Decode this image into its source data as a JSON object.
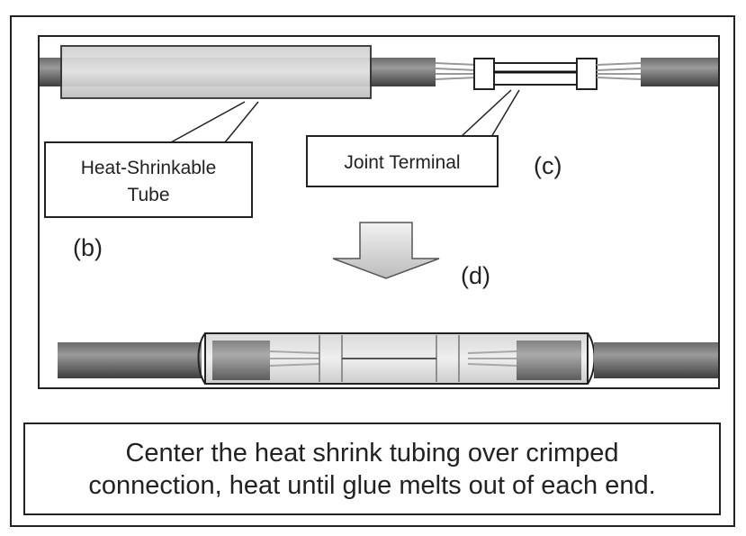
{
  "labels": {
    "tube_label_line1": "Heat-Shrinkable",
    "tube_label_line2": "Tube",
    "terminal_label": "Joint Terminal",
    "marker_b": "(b)",
    "marker_c": "(c)",
    "marker_d": "(d)"
  },
  "caption": {
    "line1": "Center the heat shrink tubing over crimped",
    "line2": "connection, heat until glue melts out of each end."
  }
}
